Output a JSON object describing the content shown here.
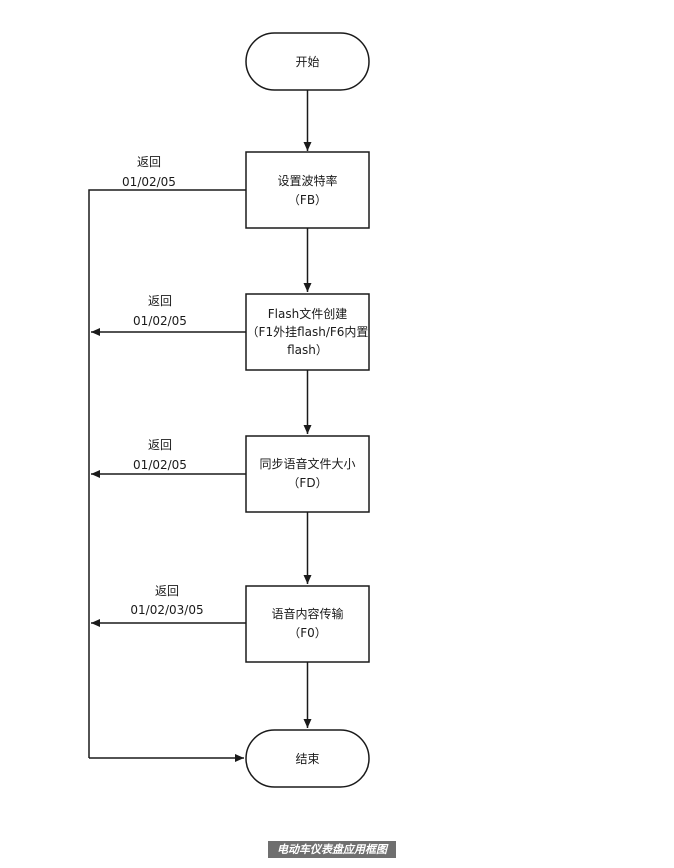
{
  "nodes": {
    "start": "开始",
    "set_baud": {
      "line1": "设置波特率",
      "line2": "（FB）"
    },
    "flash_create": {
      "line1": "Flash文件创建",
      "line2": "（F1外挂flash/F6内置",
      "line3": "flash）"
    },
    "sync_size": {
      "line1": "同步语音文件大小",
      "line2": "（FD）"
    },
    "transfer": {
      "line1": "语音内容传输",
      "line2": "（F0）"
    },
    "end": "结束"
  },
  "edges": {
    "return_1": {
      "line1": "返回",
      "line2": "01/02/05"
    },
    "return_2": {
      "line1": "返回",
      "line2": "01/02/05"
    },
    "return_3": {
      "line1": "返回",
      "line2": "01/02/05"
    },
    "return_4": {
      "line1": "返回",
      "line2": "01/02/03/05"
    }
  },
  "caption": "电动车仪表盘应用框图"
}
